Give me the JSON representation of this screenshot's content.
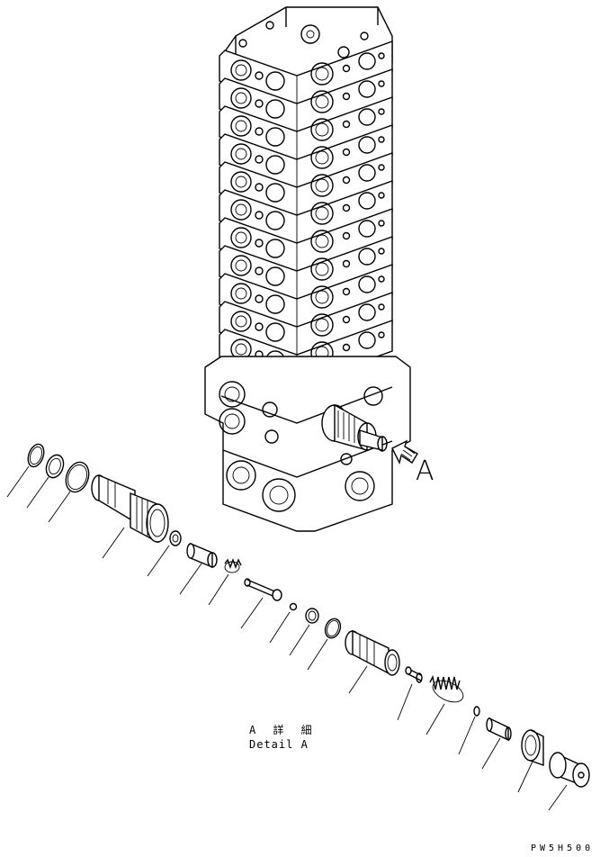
{
  "view_label": "A",
  "detail_caption_jp": "A 詳 細",
  "detail_caption_en": "Detail A",
  "drawing_code": "PW5H500",
  "icons": {
    "view_arrow": "view-direction-arrow-icon"
  }
}
